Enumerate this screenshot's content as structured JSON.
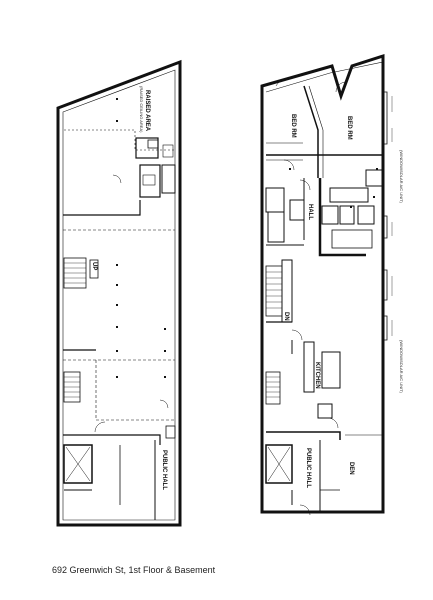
{
  "caption": "692 Greenwich St, 1st Floor & Basement",
  "basement": {
    "raised_area": "RAISED AREA",
    "raised_area_sub": "(RAISED CEILING AREA)",
    "up": "UP",
    "public_hall": "PUBLIC HALL"
  },
  "first_floor": {
    "bedroom_1": "BED RM",
    "bedroom_2": "BED RM",
    "hall": "HALL",
    "dn": "DN",
    "kitchen": "KITCHEN",
    "public_hall": "PUBLIC HALL",
    "den": "DEN",
    "window_note_1": "(WINDOW/SOLAR A/C UNIT)",
    "window_note_2": "(WINDOW/SOLAR A/C UNIT)"
  }
}
